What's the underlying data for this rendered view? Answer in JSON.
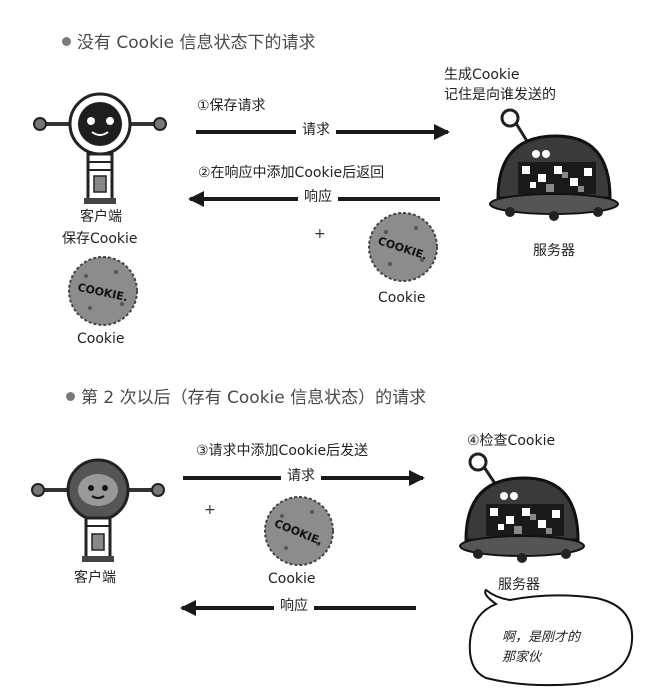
{
  "section1": {
    "heading": "没有 Cookie 信息状态下的请求",
    "step1": "①保存请求",
    "step2": "②在响应中添加Cookie后返回",
    "request": "请求",
    "response": "响应",
    "client_line1": "客户端",
    "client_line2": "保存Cookie",
    "server_note_line1": "生成Cookie",
    "server_note_line2": "记住是向谁发送的",
    "server": "服务器",
    "plus": "+",
    "cookie_sent": "Cookie",
    "cookie_saved": "Cookie"
  },
  "section2": {
    "heading": "第 2 次以后（存有 Cookie 信息状态）的请求",
    "step3": "③请求中添加Cookie后发送",
    "step4": "④检查Cookie",
    "request": "请求",
    "response": "响应",
    "client": "客户端",
    "server": "服务器",
    "plus": "+",
    "cookie": "Cookie",
    "speech_line1": "啊，是刚才的",
    "speech_line2": "那家伙"
  },
  "cookie_text": "COOKIE."
}
